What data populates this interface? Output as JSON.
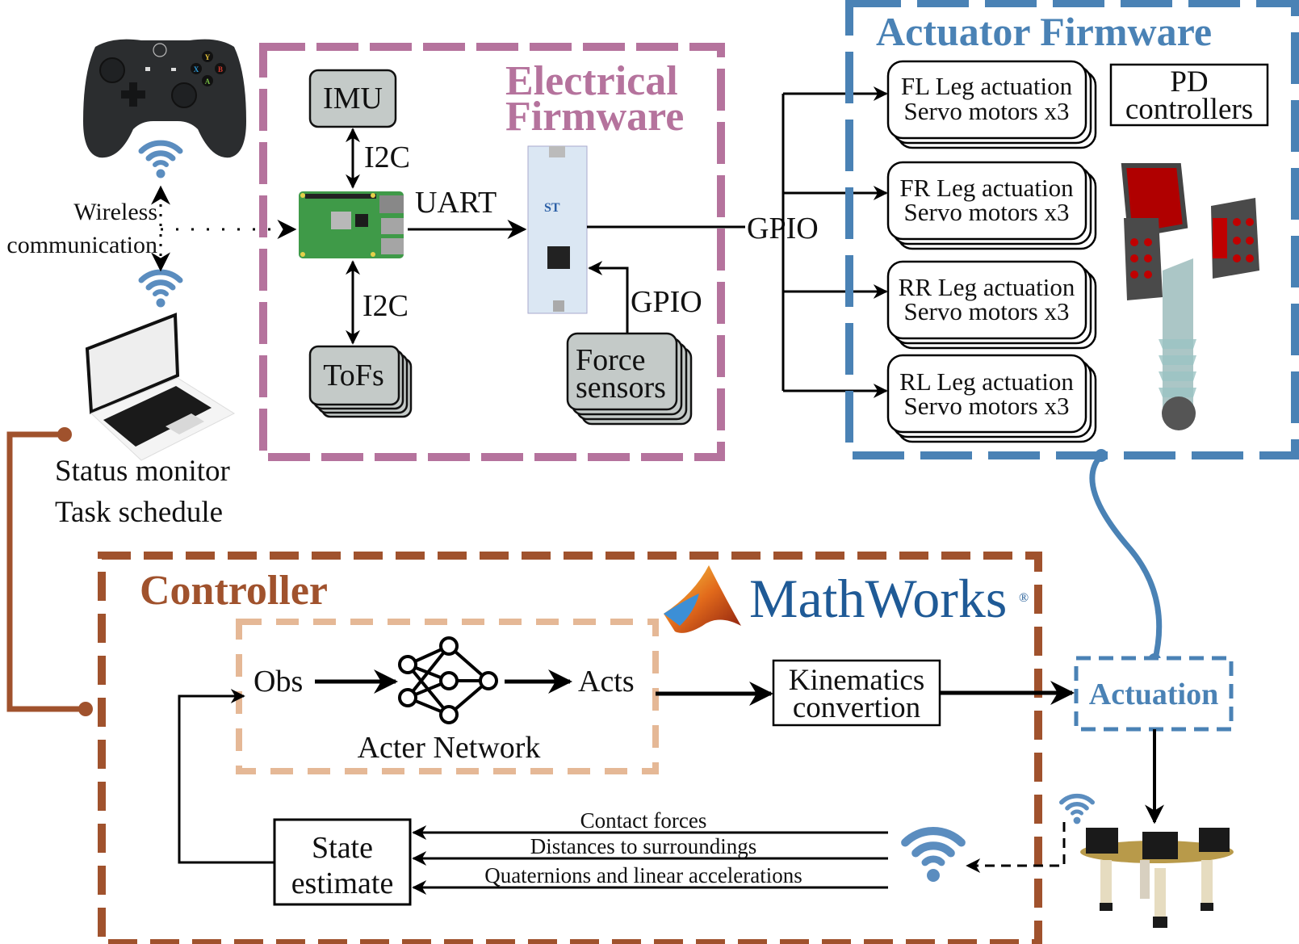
{
  "colors": {
    "electrical": "#b5739d",
    "actuator": "#4a82b5",
    "controller": "#a0522d",
    "actor_net": "#e5b896",
    "module_fill": "#c4cac8",
    "wifi": "#5b8dbf",
    "mathworks_text": "#1f5a96"
  },
  "remote": {
    "controller_label": "",
    "wireless_label_line1": "Wireless",
    "wireless_label_line2": "communication",
    "laptop_line1": "Status monitor",
    "laptop_line2": "Task schedule"
  },
  "electrical_firmware": {
    "title_line1": "Electrical",
    "title_line2": "Firmware",
    "imu": "IMU",
    "tofs": "ToFs",
    "force_line1": "Force",
    "force_line2": "sensors",
    "i2c_top": "I2C",
    "i2c_bottom": "I2C",
    "uart": "UART",
    "gpio_in": "GPIO"
  },
  "gpio_bus": "GPIO",
  "actuator_firmware": {
    "title": "Actuator Firmware",
    "pd_line1": "PD",
    "pd_line2": "controllers",
    "legs": [
      {
        "line1": "FL Leg actuation",
        "line2": "Servo motors x3"
      },
      {
        "line1": "FR Leg actuation",
        "line2": "Servo motors x3"
      },
      {
        "line1": "RR Leg actuation",
        "line2": "Servo motors x3"
      },
      {
        "line1": "RL Leg actuation",
        "line2": "Servo motors x3"
      }
    ]
  },
  "controller": {
    "title": "Controller",
    "brand": "MathWorks",
    "brand_mark": "®",
    "obs": "Obs",
    "acts": "Acts",
    "network": "Acter Network",
    "kin_line1": "Kinematics",
    "kin_line2": "convertion",
    "state_line1": "State",
    "state_line2": "estimate",
    "signals": [
      "Contact forces",
      "Distances to surroundings",
      "Quaternions and linear accelerations"
    ]
  },
  "actuation": "Actuation"
}
